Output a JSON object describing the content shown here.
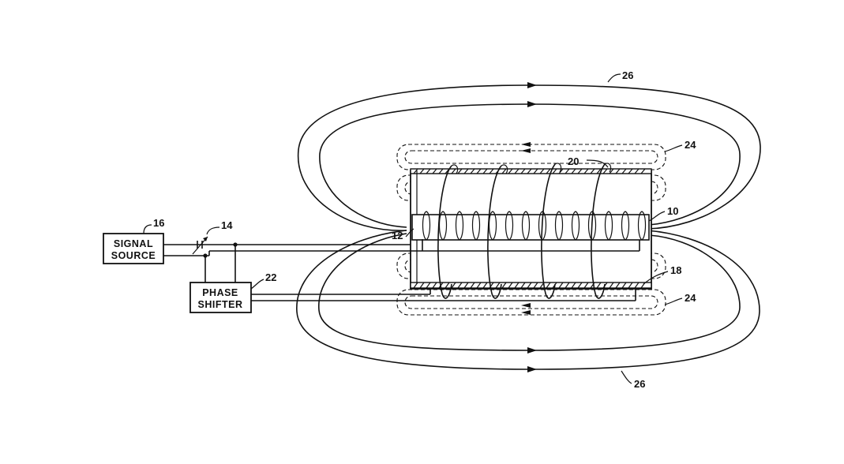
{
  "blocks": {
    "signal_source": {
      "line1": "SIGNAL",
      "line2": "SOURCE"
    },
    "phase_shifter": {
      "line1": "PHASE",
      "line2": "SHIFTER"
    }
  },
  "labels": {
    "signal_source_ref": "16",
    "capacitor_ref": "14",
    "phase_shifter_ref": "22",
    "inner_coil_lead_ref": "12",
    "core_ref": "10",
    "upper_winding_ref": "20",
    "lower_winding_ref": "18",
    "upper_flux_ref": "24",
    "lower_flux_ref": "24",
    "upper_outer_flux_ref": "26",
    "lower_outer_flux_ref": "26"
  }
}
